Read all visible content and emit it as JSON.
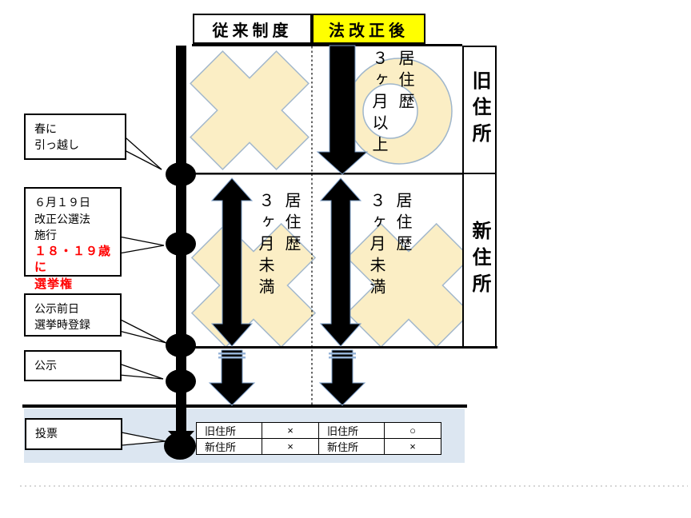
{
  "colors": {
    "highlight_yellow": "#FFFF00",
    "cross_fill": "#FBEEC5",
    "cross_outline": "#A3B8CC",
    "ring_outline": "#9FB6CB",
    "band_blue": "#DCE6F1",
    "arrow_black": "#000000",
    "arrow_edge_blue": "#7A9CC6",
    "arrow_stripe_blue": "#95B3D7",
    "alert_red": "#FF0000"
  },
  "headers": {
    "conventional": "従来制度",
    "after_revision": "法改正後"
  },
  "address_labels": {
    "old": "旧住所",
    "new": "新住所"
  },
  "residency_notes": {
    "old_after": {
      "col_right": "居住歴",
      "col_left": "３ヶ月以上"
    },
    "new_conventional": {
      "col_right": "居住歴",
      "col_left": "３ヶ月未満"
    },
    "new_after": {
      "col_right": "居住歴",
      "col_left": "３ヶ月未満"
    }
  },
  "timeline_callouts": {
    "move": {
      "line1": "春に",
      "line2": "引っ越し"
    },
    "law_enforcement": {
      "line1": "６月１９日",
      "line2": "改正公選法",
      "line3": "施行",
      "red_line1": "１８・１９歳に",
      "red_line2": "選挙権"
    },
    "pre_announcement": {
      "line1": "公示前日",
      "line2": "選挙時登録"
    },
    "announcement": {
      "line1": "公示"
    },
    "voting": {
      "line1": "投票"
    }
  },
  "result_table": {
    "rows": [
      {
        "conv_label": "旧住所",
        "conv_mark": "×",
        "rev_label": "旧住所",
        "rev_mark": "○"
      },
      {
        "conv_label": "新住所",
        "conv_mark": "×",
        "rev_label": "新住所",
        "rev_mark": "×"
      }
    ]
  }
}
